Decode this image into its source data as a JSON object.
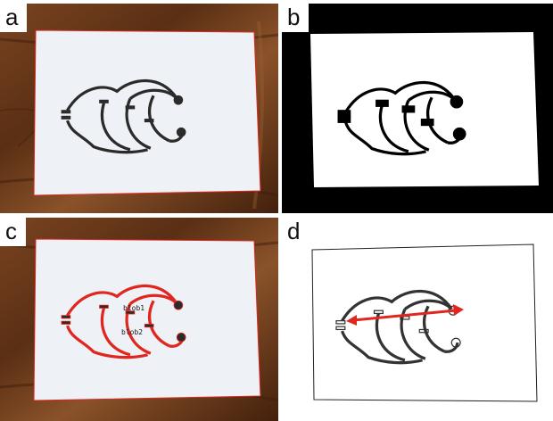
{
  "panels": [
    {
      "label": "a"
    },
    {
      "label": "b"
    },
    {
      "label": "c"
    },
    {
      "label": "d"
    }
  ],
  "blob_labels": [
    "blob1",
    "blob2"
  ],
  "colors": {
    "wood": "#6b3a1c",
    "wood_dark": "#3d1d0b",
    "paper": "#eef1f6",
    "drawing_ink": "#2b2b2b",
    "highlight_red": "#e0261e",
    "mask_black": "#000000",
    "mask_white": "#ffffff"
  }
}
